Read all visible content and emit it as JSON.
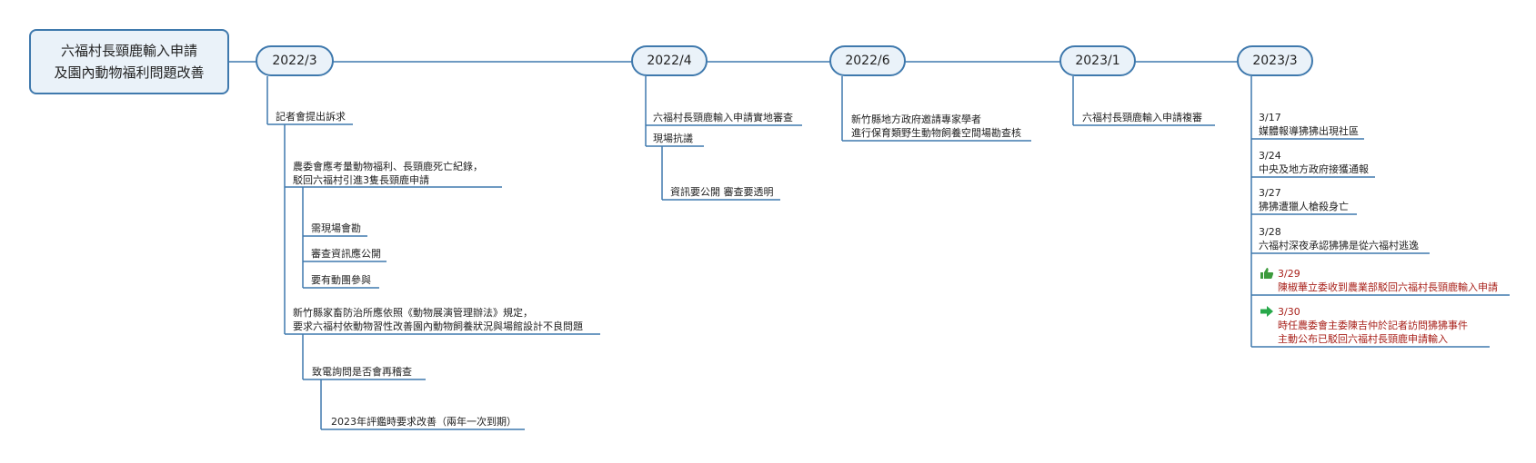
{
  "root": {
    "line1": "六福村長頸鹿輸入申請",
    "line2": "及園內動物福利問題改善"
  },
  "milestones": [
    {
      "date": "2022/3"
    },
    {
      "date": "2022/4"
    },
    {
      "date": "2022/6"
    },
    {
      "date": "2023/1"
    },
    {
      "date": "2023/3"
    }
  ],
  "m2022_3": {
    "press": "記者會提出訴求",
    "coa_1": "農委會應考量動物福利、長頸鹿死亡紀錄，",
    "coa_2": "駁回六福村引進3隻長頸鹿申請",
    "need_site": "需現場會勘",
    "info_public": "審查資訊應公開",
    "ngo_join": "要有動團參與",
    "hsinchu_1": "新竹縣家畜防治所應依照《動物展演管理辦法》規定，",
    "hsinchu_2": "要求六福村依動物習性改善園內動物飼養狀況與場館設計不良問題",
    "phone": "致電詢問是否會再稽查",
    "eval2023": "2023年評鑑時要求改善（兩年一次到期）"
  },
  "m2022_4": {
    "site_review": "六福村長頸鹿輸入申請實地審查",
    "protest": "現場抗議",
    "transparent": "資訊要公開 審查要透明"
  },
  "m2022_6": {
    "line1": "新竹縣地方政府邀請專家學者",
    "line2": "進行保育類野生動物飼養空間場勘查核"
  },
  "m2023_1": {
    "text": "六福村長頸鹿輸入申請複審"
  },
  "m2023_3": {
    "e317_date": "3/17",
    "e317_text": "媒體報導狒狒出現社區",
    "e324_date": "3/24",
    "e324_text": "中央及地方政府接獲通報",
    "e327_date": "3/27",
    "e327_text": "狒狒遭獵人槍殺身亡",
    "e328_date": "3/28",
    "e328_text": "六福村深夜承認狒狒是從六福村逃逸",
    "e329_date": "3/29",
    "e329_text": "陳椒華立委收到農業部駁回六福村長頸鹿輸入申請",
    "e330_date": "3/30",
    "e330_text1": "時任農委會主委陳吉仲於記者訪問狒狒事件",
    "e330_text2": "主動公布已駁回六福村長頸鹿申請輸入"
  },
  "colors": {
    "line": "#3f79ad",
    "fill": "#eaf2f9",
    "alert": "#a8201a",
    "thumb": "#3c9a3c",
    "arrow": "#27a84a"
  },
  "icons": {
    "e329": "thumbs-up-icon",
    "e330": "right-arrow-icon"
  }
}
